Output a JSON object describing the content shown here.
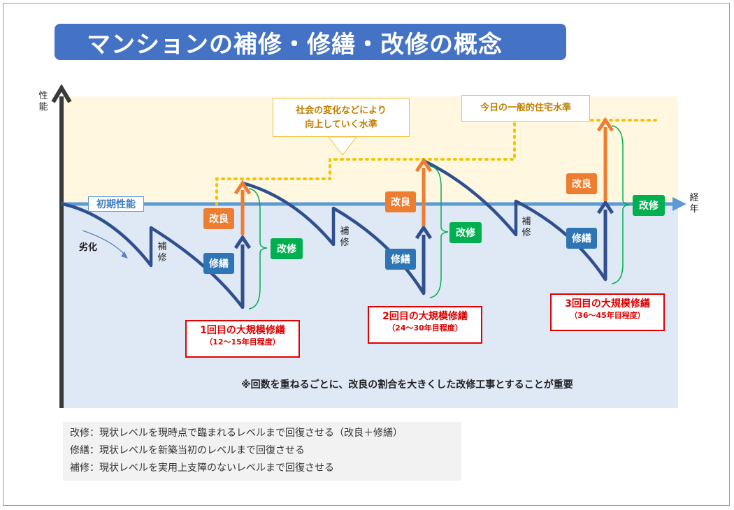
{
  "title": "マンションの補修・修繕・改修の概念",
  "axis": {
    "y_label": "性能",
    "x_label": "経年",
    "initial_performance": "初期性能"
  },
  "annotations": {
    "degradation": "劣化",
    "repair_minor": "補修",
    "callout_rising": "社会の変化などにより向上していく水準",
    "callout_rising_l1": "社会の変化などにより",
    "callout_rising_l2": "向上していく水準",
    "callout_today": "今日の一般的住宅水準",
    "note": "※回数を重ねるごとに、改良の割合を大きくした改修工事とすることが重要"
  },
  "tags": {
    "kairyo": "改良",
    "shuzen": "修繕",
    "kaishu": "改修"
  },
  "milestones": [
    {
      "title": "1回目の大規模修繕",
      "period": "（12～15年目程度）"
    },
    {
      "title": "2回目の大規模修繕",
      "period": "（24～30年目程度）"
    },
    {
      "title": "3回目の大規模修繕",
      "period": "（36～45年目程度）"
    }
  ],
  "legend": [
    "改修：現状レベルを現時点で臨まれるレベルまで回復させる（改良＋修繕）",
    "修繕：現状レベルを新築当初のレベルまで回復させる",
    "補修：現状レベルを実用上支障のないレベルまで回復させる"
  ],
  "colors": {
    "title_bg": "#4472c4",
    "kairyo": "#ed7d31",
    "shuzen": "#2e75b6",
    "kaishu": "#00b050",
    "curve": "#2f4f8f",
    "baseline": "#5b9bd5",
    "milestone": "#e00000",
    "level_dots": "#f5c400"
  }
}
